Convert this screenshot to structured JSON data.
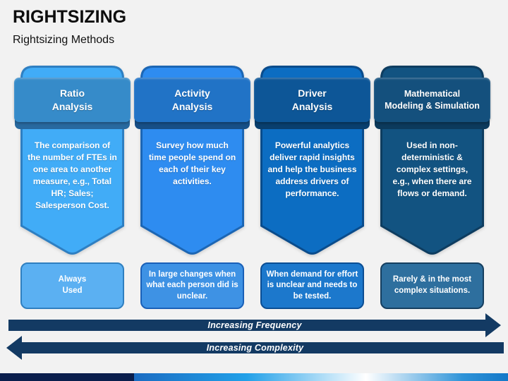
{
  "slide": {
    "title": "RIGHTSIZING",
    "subtitle": "Rightsizing Methods",
    "background": "#F2F2F2"
  },
  "columns": [
    {
      "id": "ratio-analysis",
      "title": "Ratio Analysis",
      "title_lines": [
        "Ratio",
        "Analysis"
      ],
      "description": "The comparison of the number of FTEs in one area to another measure, e.g., Total HR; Sales; Salesperson Cost.",
      "note": "Always Used",
      "colors": {
        "ribbon": "#368BC9",
        "fold": "#28699F",
        "body": "#41ACF7",
        "border": "#2E7FC2",
        "note_fill": "#5BB0F2",
        "note_border": "#2F7FC0"
      }
    },
    {
      "id": "activity-analysis",
      "title": "Activity Analysis",
      "title_lines": [
        "Activity",
        "Analysis"
      ],
      "description": "Survey how much time people spend on each of their key activities.",
      "note": "In large changes when what each person did is unclear.",
      "colors": {
        "ribbon": "#2173C6",
        "fold": "#174F87",
        "body": "#2E8CF0",
        "border": "#1C66B4",
        "note_fill": "#3E92E4",
        "note_border": "#1A60B8"
      }
    },
    {
      "id": "driver-analysis",
      "title": "Driver Analysis",
      "title_lines": [
        "Driver",
        "Analysis"
      ],
      "description": "Powerful analytics deliver rapid insights and help the business address drivers of performance.",
      "note": "When demand for effort is unclear and needs to be tested.",
      "colors": {
        "ribbon": "#0D5697",
        "fold": "#093F6E",
        "body": "#0C6DC2",
        "border": "#0A4C8C",
        "note_fill": "#1C78CC",
        "note_border": "#0B4E94"
      }
    },
    {
      "id": "mathematical-modeling-simulation",
      "title": "Mathematical Modeling & Simulation",
      "title_lines": [
        "Mathematical",
        "Modeling & Simulation"
      ],
      "description": "Used in non-deterministic & complex settings, e.g., when there are flows or demand.",
      "note": "Rarely & in the most complex situations.",
      "colors": {
        "ribbon": "#14507D",
        "fold": "#0C3A5C",
        "body": "#125381",
        "border": "#0E3D60",
        "note_fill": "#2E6F9E",
        "note_border": "#163F60"
      }
    }
  ],
  "arrows": [
    {
      "label": "Increasing Frequency",
      "direction": "right",
      "color": "#133A63"
    },
    {
      "label": "Increasing Complexity",
      "direction": "left",
      "color": "#133A63"
    }
  ],
  "footer": {
    "left_color": "#0A1E4C",
    "gradient_colors": [
      "#1B6CC2",
      "#21A0E8",
      "#FFFFFF",
      "#2E93D8",
      "#1478C8"
    ]
  }
}
